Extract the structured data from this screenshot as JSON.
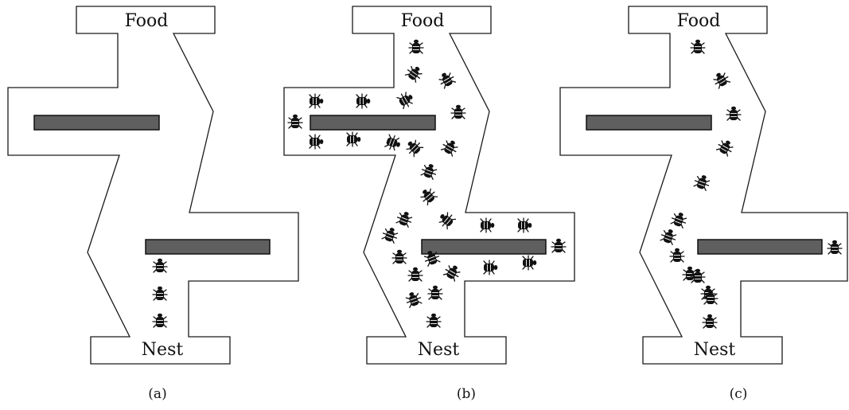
{
  "panels": [
    {
      "id": "a",
      "caption": "(a)",
      "food_label": "Food",
      "nest_label": "Nest",
      "ant_count": 3
    },
    {
      "id": "b",
      "caption": "(b)",
      "food_label": "Food",
      "nest_label": "Nest",
      "ant_count": 30
    },
    {
      "id": "c",
      "caption": "(c)",
      "food_label": "Food",
      "nest_label": "Nest",
      "ant_count": 14
    }
  ],
  "colors": {
    "obstacle": "#5f5f5f",
    "ant": "#111111",
    "outline": "#1a1a1a"
  },
  "icons": {
    "ant": "ant-icon"
  }
}
